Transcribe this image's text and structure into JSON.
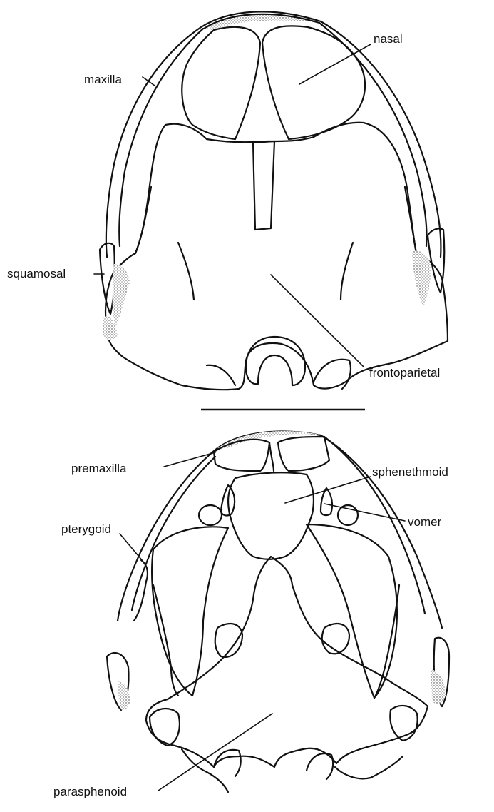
{
  "labels": {
    "nasal": "nasal",
    "maxilla": "maxilla",
    "squamosal": "squamosal",
    "frontoparietal": "frontoparietal",
    "premaxilla": "premaxilla",
    "sphenethmoid": "sphenethmoid",
    "vomer": "vomer",
    "pterygoid": "pterygoid",
    "parasphenoid": "parasphenoid"
  },
  "colors": {
    "ink": "#111111",
    "background": "#ffffff"
  }
}
